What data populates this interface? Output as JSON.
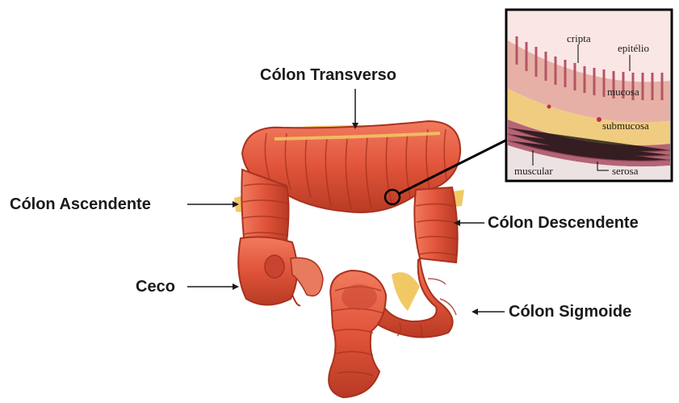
{
  "labels": {
    "transverse": "Cólon Transverso",
    "ascending": "Cólon Ascendente",
    "descending": "Cólon Descendente",
    "cecum": "Ceco",
    "sigmoid": "Cólon Sigmoide"
  },
  "inset": {
    "crypt": "cripta",
    "epithelium": "epitélio",
    "mucosa": "mucosa",
    "submucosa": "submucosa",
    "muscular": "muscular",
    "serosa": "serosa"
  },
  "colors": {
    "colon": "#e0543a",
    "colon_dark": "#a8321f",
    "fat": "#f1c964",
    "inset_border": "#000000"
  }
}
